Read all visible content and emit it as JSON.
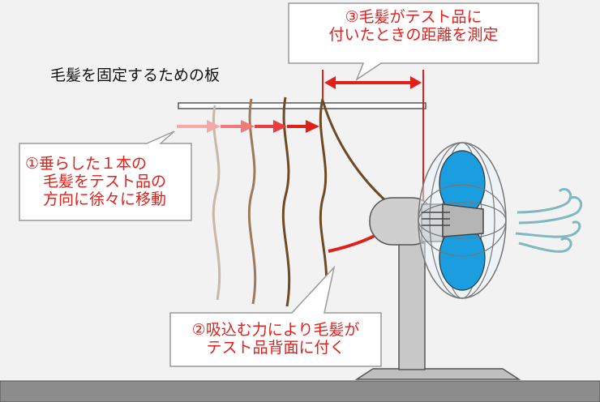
{
  "labels": {
    "plate": "毛髪を固定するための板",
    "step1": [
      "①垂らした１本の",
      "毛髪をテスト品の",
      "方向に徐々に移動"
    ],
    "step2": [
      "②吸込む力により毛髪が",
      "テスト品背面に付く"
    ],
    "step3": [
      "③毛髪がテスト品に",
      "付いたときの距離を測定"
    ]
  },
  "colors": {
    "accent_red": "#e0201b",
    "fan_blue": "#1a9ee0",
    "hair_light": "#c9b8a6",
    "hair_mid": "#9b7b5b",
    "hair_dark": "#6e4a25",
    "wind": "#7fb8bf"
  }
}
